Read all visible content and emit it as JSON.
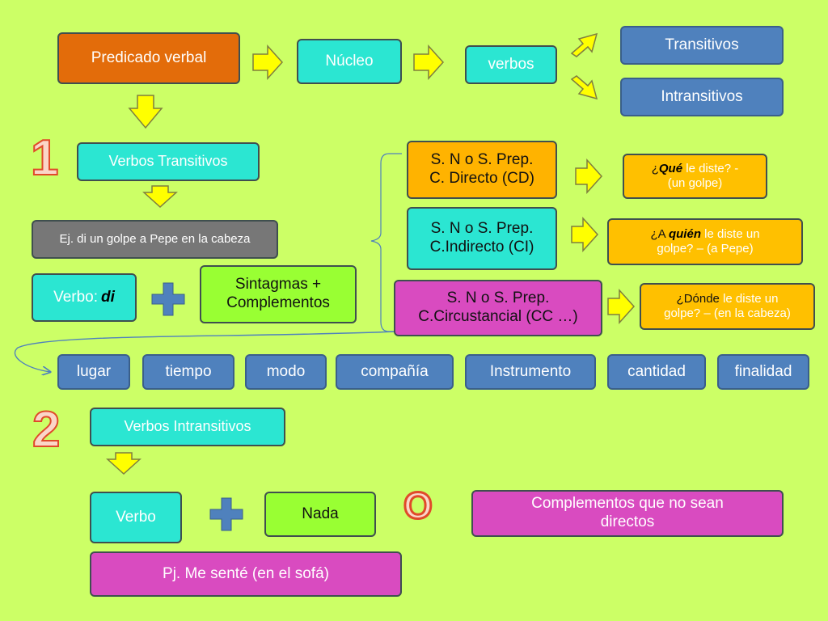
{
  "predicado": "Predicado verbal",
  "nucleo": "Núcleo",
  "verbos": "verbos",
  "transitivos": "Transitivos",
  "intransitivos": "Intransitivos",
  "number1": "1",
  "number2": "2",
  "verbos_transitivos": "Verbos Transitivos",
  "ejemplo": "Ej. di un golpe a Pepe en la cabeza",
  "verbo_di_label": "Verbo: ",
  "verbo_di_word": "di",
  "sintagmas": [
    "Sintagmas +",
    "Complementos"
  ],
  "cd": [
    "S. N o S. Prep.",
    "C. Directo (CD)"
  ],
  "ci": [
    "S. N o S. Prep.",
    "C.Indirecto (CI)"
  ],
  "cc": [
    "S. N o S. Prep.",
    "C.Circustancial (CC …)"
  ],
  "q_cd": {
    "open": "¿",
    "kw": "Qué",
    "rest": " le diste? -",
    "line2": "(un golpe)"
  },
  "q_ci": {
    "open": "¿A ",
    "kw": "quién",
    "rest": " le diste un",
    "line2": "golpe? – (a Pepe)"
  },
  "q_cc": {
    "open": "¿Dónde ",
    "rest": " le diste un",
    "line2": "golpe? – (en la cabeza)"
  },
  "cc_types": [
    "lugar",
    "tiempo",
    "modo",
    "compañía",
    "Instrumento",
    "cantidad",
    "finalidad"
  ],
  "verbos_intransitivos": "Verbos Intransitivos",
  "verbo": "Verbo",
  "nada": "Nada",
  "o_letter": "O",
  "complementos_no_directos": [
    "Complementos que no sean",
    "directos"
  ],
  "pj": "Pj. Me senté (en el sofá)",
  "colors": {
    "background": "#ccff66",
    "orange": "#e36c0a",
    "cyan": "#2be6d2",
    "blue": "#4f81bd",
    "magenta": "#d94bc0",
    "amber": "#ffb300",
    "arrow": "#ffff00"
  }
}
